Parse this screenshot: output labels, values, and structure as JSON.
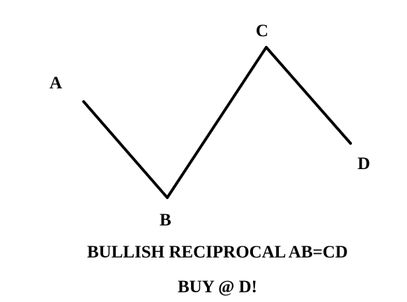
{
  "diagram": {
    "title": "BULLISH RECIPROCAL AB=CD",
    "subtitle": "BUY @ D!",
    "line_color": "#000000",
    "background": "#ffffff",
    "points": [
      {
        "label": "A"
      },
      {
        "label": "B"
      },
      {
        "label": "C"
      },
      {
        "label": "D"
      }
    ],
    "segments": [
      {
        "from": "A",
        "to": "B"
      },
      {
        "from": "B",
        "to": "C"
      },
      {
        "from": "C",
        "to": "D"
      }
    ]
  }
}
